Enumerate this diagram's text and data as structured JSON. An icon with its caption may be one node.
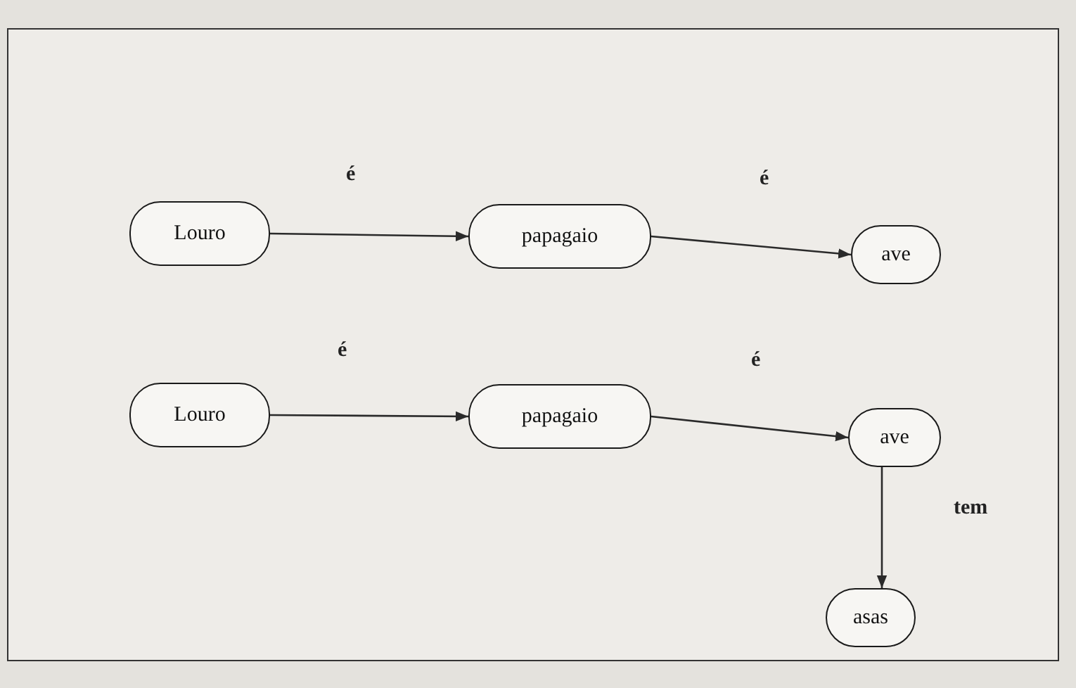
{
  "diagram": {
    "nodes": [
      {
        "text": [
          "Louro"
        ]
      },
      {
        "text": [
          "papagaio"
        ]
      },
      {
        "text": [
          "ave"
        ]
      },
      {
        "text": [
          "Louro"
        ]
      },
      {
        "text": [
          "papagaio"
        ]
      },
      {
        "text": [
          "ave"
        ]
      },
      {
        "text": [
          "asas"
        ]
      }
    ],
    "edges": [
      {
        "from": 0,
        "to": 1,
        "arrow": "to",
        "label": "é"
      },
      {
        "from": 1,
        "to": 2,
        "arrow": "to",
        "label": "é"
      },
      {
        "from": 3,
        "to": 4,
        "arrow": "to",
        "label": "é"
      },
      {
        "from": 4,
        "to": 5,
        "arrow": "to",
        "label": "é"
      },
      {
        "from": 5,
        "to": 6,
        "arrow": "to",
        "label": "tem"
      }
    ]
  }
}
